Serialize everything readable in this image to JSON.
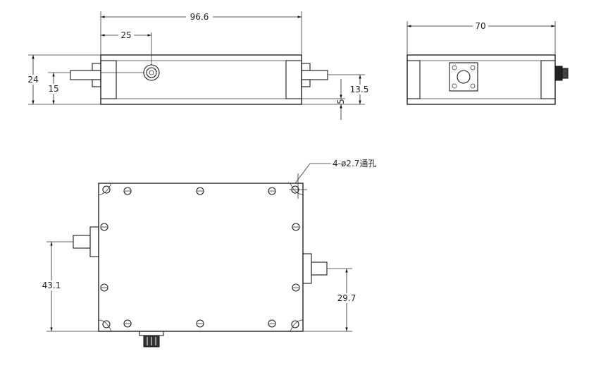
{
  "drawing": {
    "top_view": {
      "width_label": "96.6",
      "connector_offset_label": "25",
      "height_label": "24",
      "connector_height_label": "15",
      "rf_height_label": "13.5",
      "rf_offset_label": "5"
    },
    "side_view": {
      "depth_label": "70"
    },
    "plan_view": {
      "hole_note": "4-ø2.7通孔",
      "left_port_label": "43.1",
      "right_port_label": "29.7"
    }
  }
}
